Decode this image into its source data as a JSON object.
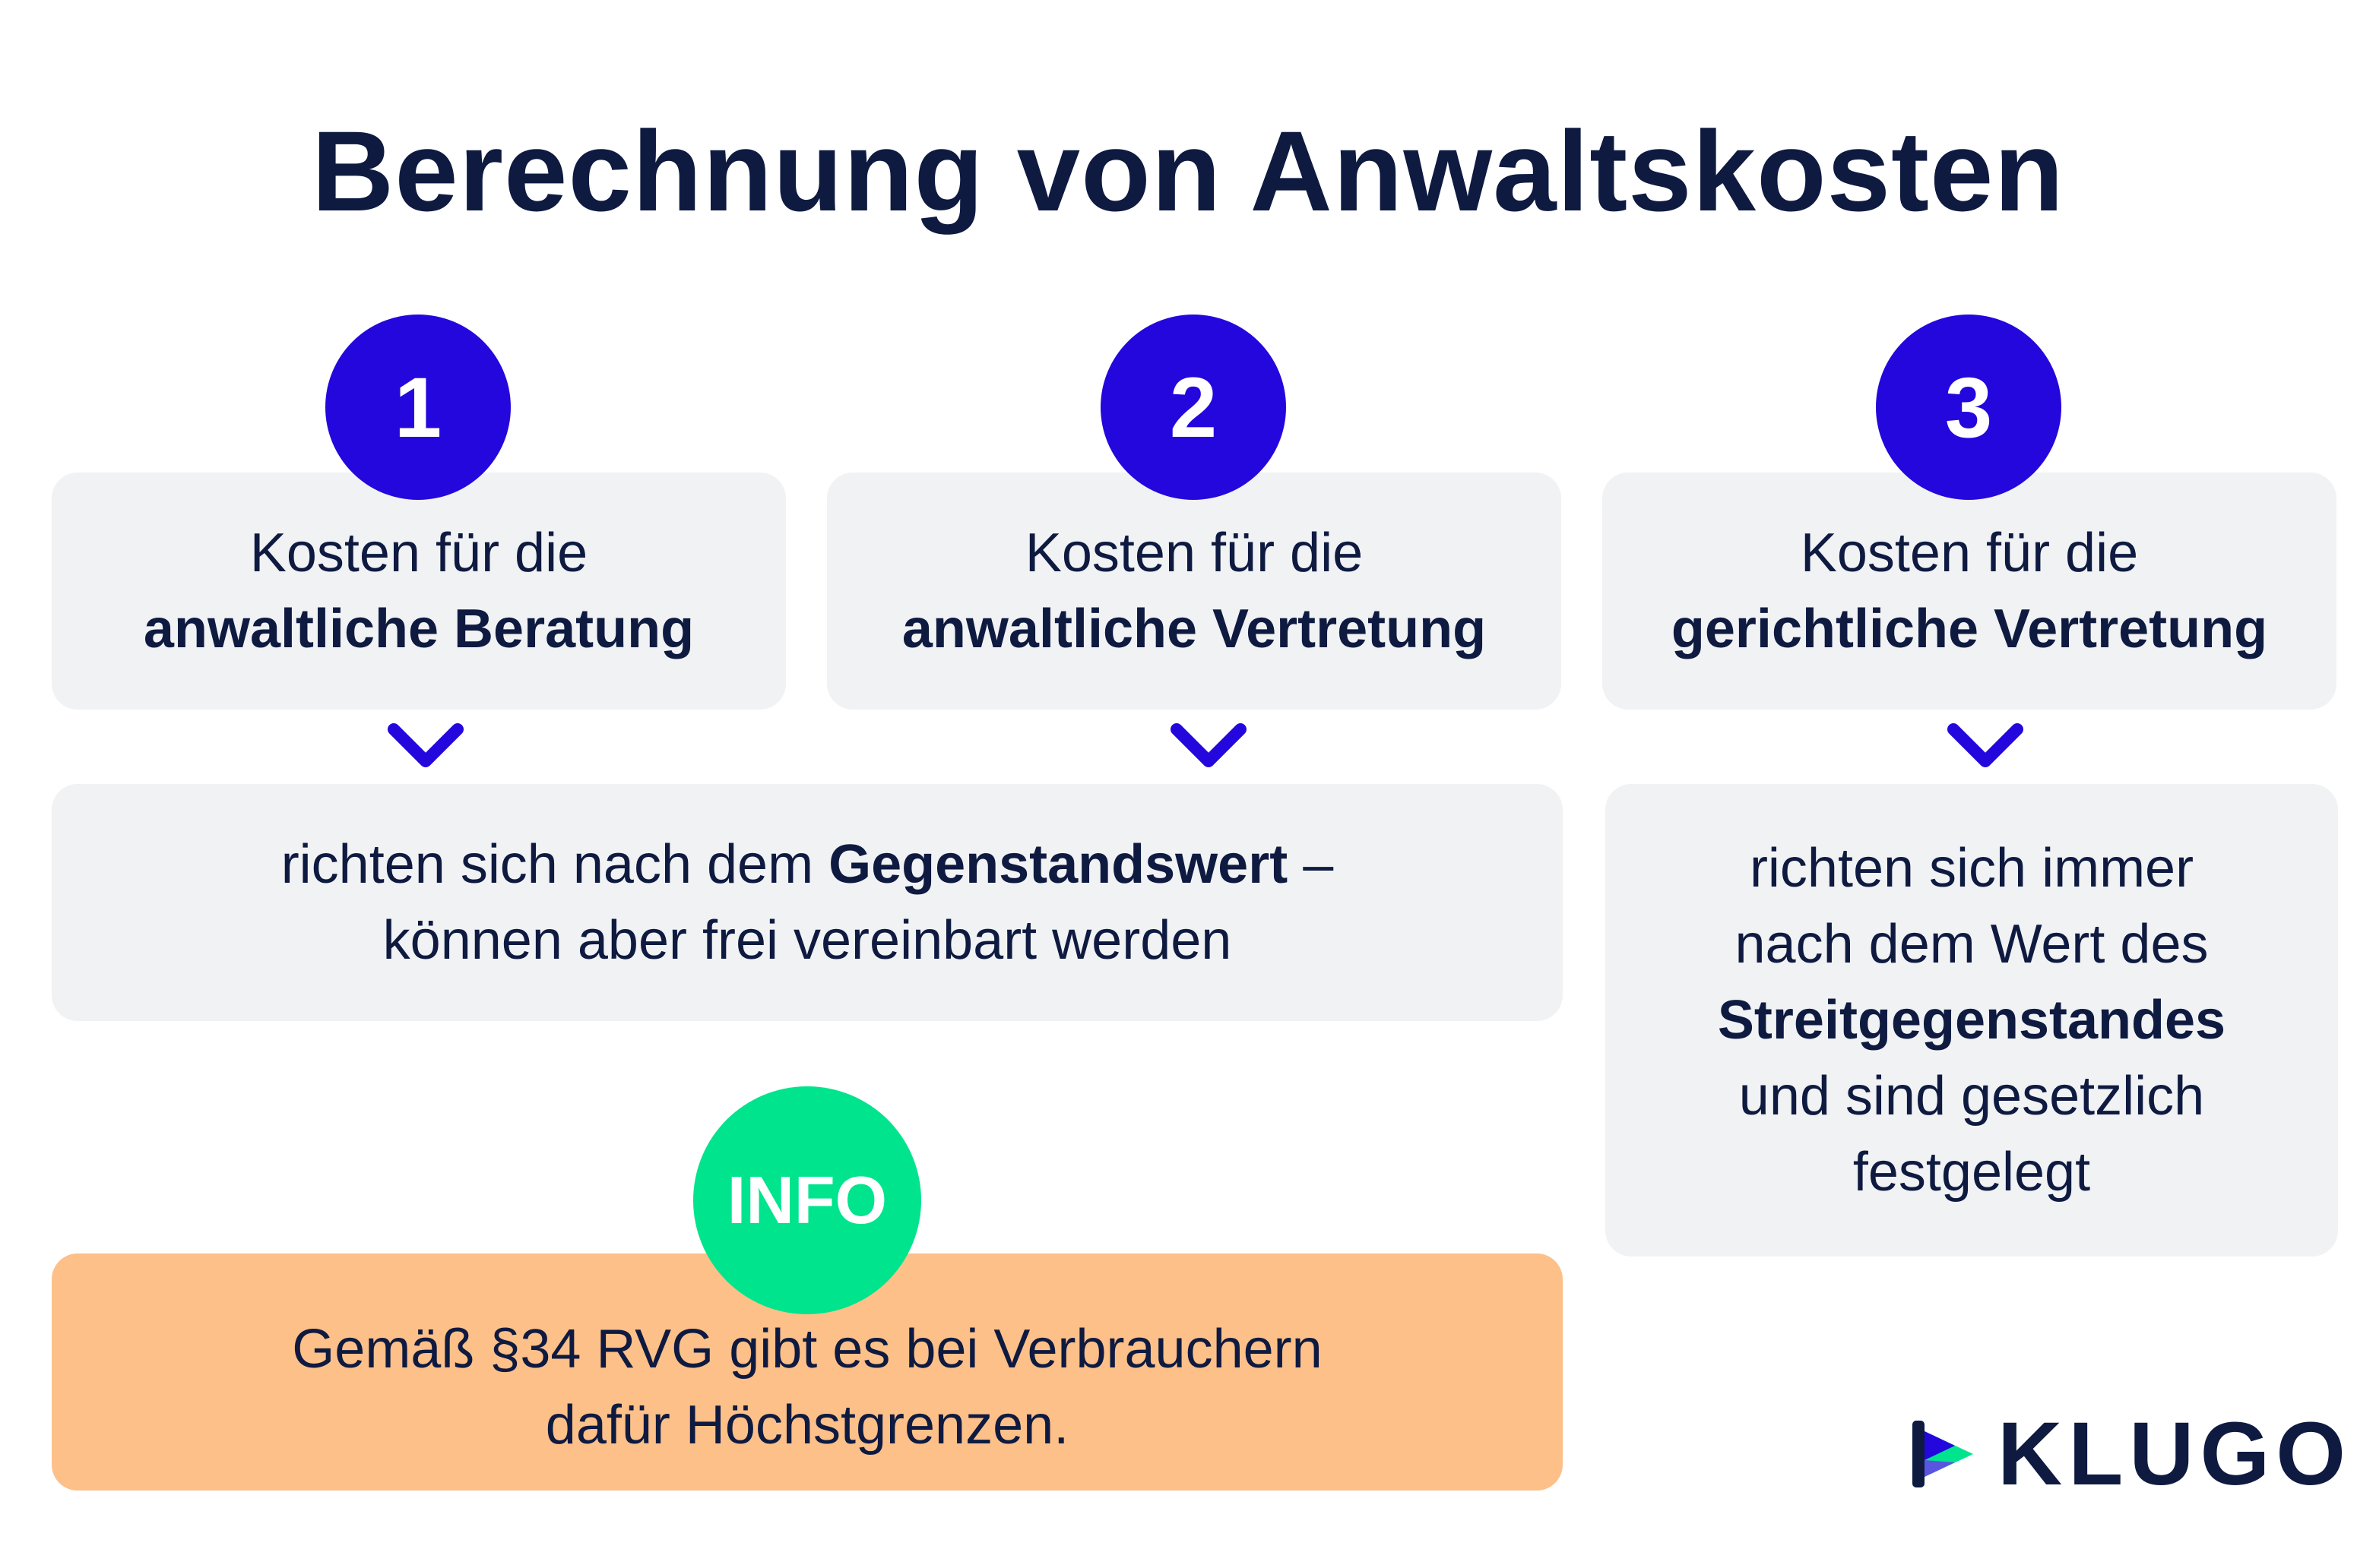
{
  "title": "Berechnung von Anwaltskosten",
  "steps": [
    {
      "number": "1",
      "line1": "Kosten für die",
      "line2": "anwaltliche Beratung"
    },
    {
      "number": "2",
      "line1": "Kosten für die",
      "line2": "anwaltliche Vertretung"
    },
    {
      "number": "3",
      "line1": "Kosten für die",
      "line2": "gerichtliche Vertretung"
    }
  ],
  "result_left": {
    "line1_pre": "richten sich nach dem ",
    "line1_bold": "Gegenstandswert",
    "line1_post": " –",
    "line2": "können aber frei vereinbart werden"
  },
  "result_right": {
    "line1": "richten sich immer",
    "line2": "nach dem Wert des",
    "line3_bold": "Streitgegenstandes",
    "line4": "und sind gesetzlich",
    "line5": "festgelegt"
  },
  "info": {
    "badge": "INFO",
    "line1": "Gemäß §34 RVG gibt es bei Verbrauchern",
    "line2": "dafür Höchstgrenzen."
  },
  "logo": {
    "text": "KLUGO"
  },
  "colors": {
    "navy": "#0e1a40",
    "step_blue": "#2407dd",
    "card_gray": "#f1f2f4",
    "info_green": "#00e48e",
    "info_orange": "#fdc089"
  }
}
